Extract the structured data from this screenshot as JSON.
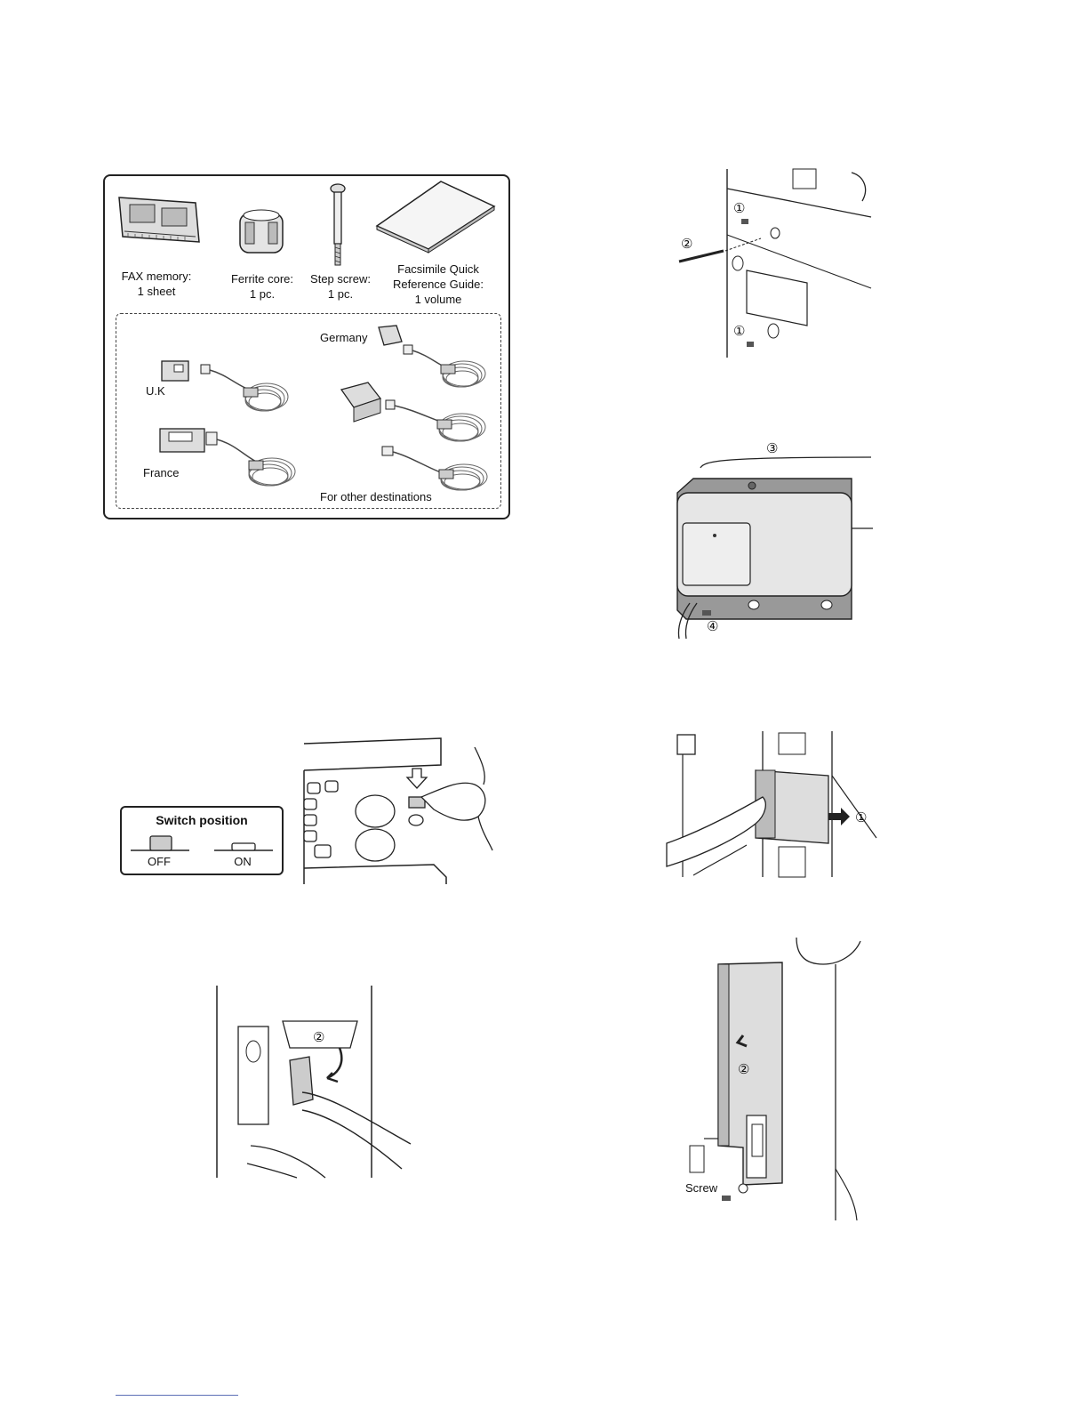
{
  "accessories": {
    "items": [
      {
        "name": "FAX memory:",
        "qty": "1 sheet"
      },
      {
        "name": "Ferrite core:",
        "qty": "1 pc."
      },
      {
        "name": "Step screw:",
        "qty": "1 pc."
      },
      {
        "name": "Facsimile Quick",
        "name2": "Reference Guide:",
        "qty": "1 volume"
      }
    ],
    "destinations": {
      "uk": "U.K",
      "france": "France",
      "germany": "Germany",
      "other": "For other destinations"
    }
  },
  "switch_panel": {
    "title": "Switch position",
    "off": "OFF",
    "on": "ON"
  },
  "step_labels": {
    "one": "①",
    "two": "②",
    "three": "③",
    "four": "④",
    "screw": "Screw"
  }
}
